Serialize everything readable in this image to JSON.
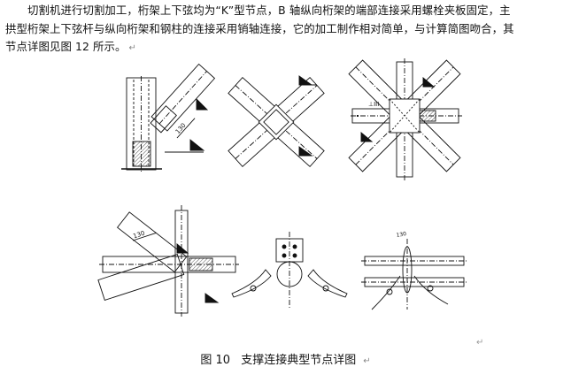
{
  "paragraph": {
    "line1": "切割机进行切割加工，桁架上下弦均为“K”型节点，B 轴纵向桁架的端部连接采用螺栓夹板固定，主",
    "line2": "拱型桁架上下弦杆与纵向桁架和钢柱的连接采用销轴连接，它的加工制作相对简单，与计算简图吻合，其",
    "line3": "节点详图见图 12 所示。",
    "return_mark": "↵"
  },
  "figure": {
    "caption_number": "图 10",
    "caption_text": "支撑连接典型节点详图",
    "return_mark": "↵",
    "dim_labels": [
      "130",
      "130",
      "130"
    ],
    "weld_label": "⊥III"
  },
  "stray_return_mark": "↵"
}
